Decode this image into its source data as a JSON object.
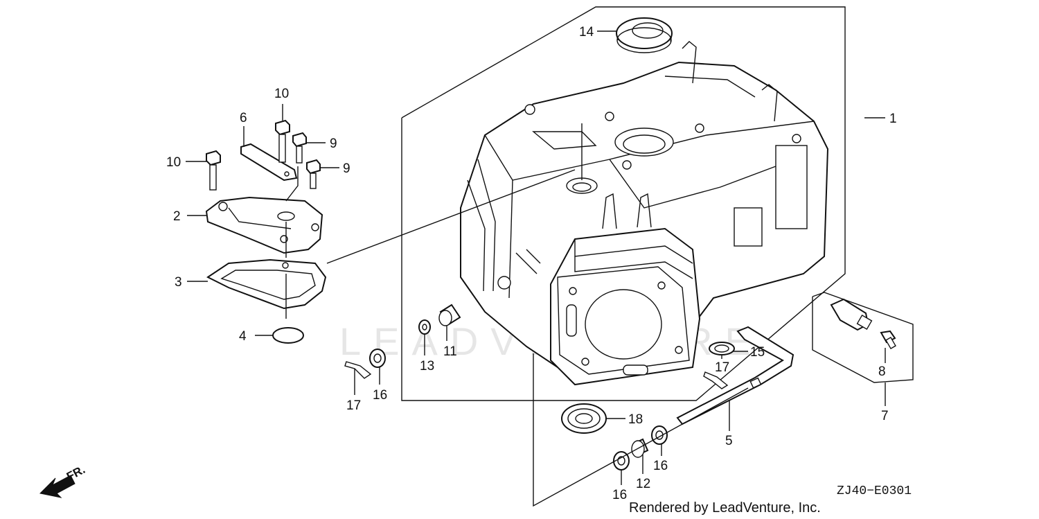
{
  "diagram": {
    "drawing_code": "ZJ40−E0301",
    "credit": "Rendered by LeadVenture, Inc.",
    "watermark": "LEADVENTURE",
    "direction_marker": "FR.",
    "callouts": {
      "c1": "1",
      "c2": "2",
      "c3": "3",
      "c4": "4",
      "c5": "5",
      "c6": "6",
      "c7": "7",
      "c8": "8",
      "c9a": "9",
      "c9b": "9",
      "c10a": "10",
      "c10b": "10",
      "c11": "11",
      "c12": "12",
      "c13": "13",
      "c14": "14",
      "c15": "15",
      "c16a": "16",
      "c16b": "16",
      "c16c": "16",
      "c17a": "17",
      "c17b": "17",
      "c18": "18"
    }
  }
}
